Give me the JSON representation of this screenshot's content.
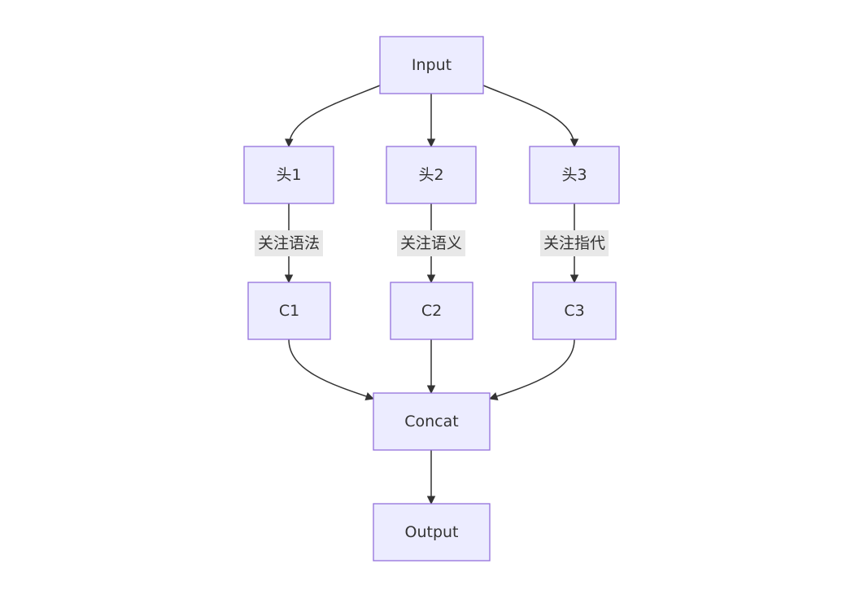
{
  "diagram": {
    "nodes": {
      "input": "Input",
      "head1": "头1",
      "head2": "头2",
      "head3": "头3",
      "c1": "C1",
      "c2": "C2",
      "c3": "C3",
      "concat": "Concat",
      "output": "Output"
    },
    "edge_labels": {
      "head1_c1": "关注语法",
      "head2_c2": "关注语义",
      "head3_c3": "关注指代"
    },
    "edges": [
      {
        "from": "input",
        "to": "head1"
      },
      {
        "from": "input",
        "to": "head2"
      },
      {
        "from": "input",
        "to": "head3"
      },
      {
        "from": "head1",
        "to": "c1",
        "label": "关注语法"
      },
      {
        "from": "head2",
        "to": "c2",
        "label": "关注语义"
      },
      {
        "from": "head3",
        "to": "c3",
        "label": "关注指代"
      },
      {
        "from": "c1",
        "to": "concat"
      },
      {
        "from": "c2",
        "to": "concat"
      },
      {
        "from": "c3",
        "to": "concat"
      },
      {
        "from": "concat",
        "to": "output"
      }
    ],
    "colors": {
      "node_fill": "#ECECFF",
      "node_stroke": "#9370DB",
      "edge": "#333333",
      "label_bg": "#E8E8E8",
      "text": "#333333"
    }
  }
}
